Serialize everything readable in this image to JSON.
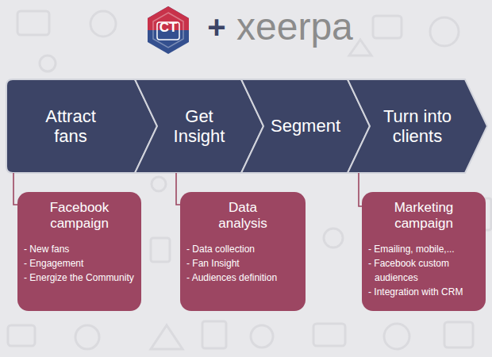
{
  "diagram": {
    "nodes": [
      {
        "text": [
          "Attract fans"
        ]
      },
      {
        "text": [
          "Get Insight"
        ]
      },
      {
        "text": [
          "Segment"
        ]
      },
      {
        "text": [
          "Turn into clients"
        ]
      },
      {
        "text": [
          "Facebook campaign",
          "- New fans",
          "- Engagement",
          "- Energize the Community"
        ]
      },
      {
        "text": [
          "Data analysis",
          "- Data collection",
          "- Fan Insight",
          "- Audiences definition"
        ]
      },
      {
        "text": [
          "Marketing campaign",
          "- Emailing, mobile,...",
          "- Facebook custom audiences",
          "- Integration with CRM"
        ]
      }
    ],
    "edges": [
      {
        "from": 0,
        "to": 4,
        "arrow": "none"
      },
      {
        "from": 1,
        "to": 5,
        "arrow": "none"
      },
      {
        "from": 3,
        "to": 6,
        "arrow": "none"
      }
    ],
    "labels": [
      "CT",
      "+",
      "xeerpa"
    ]
  }
}
